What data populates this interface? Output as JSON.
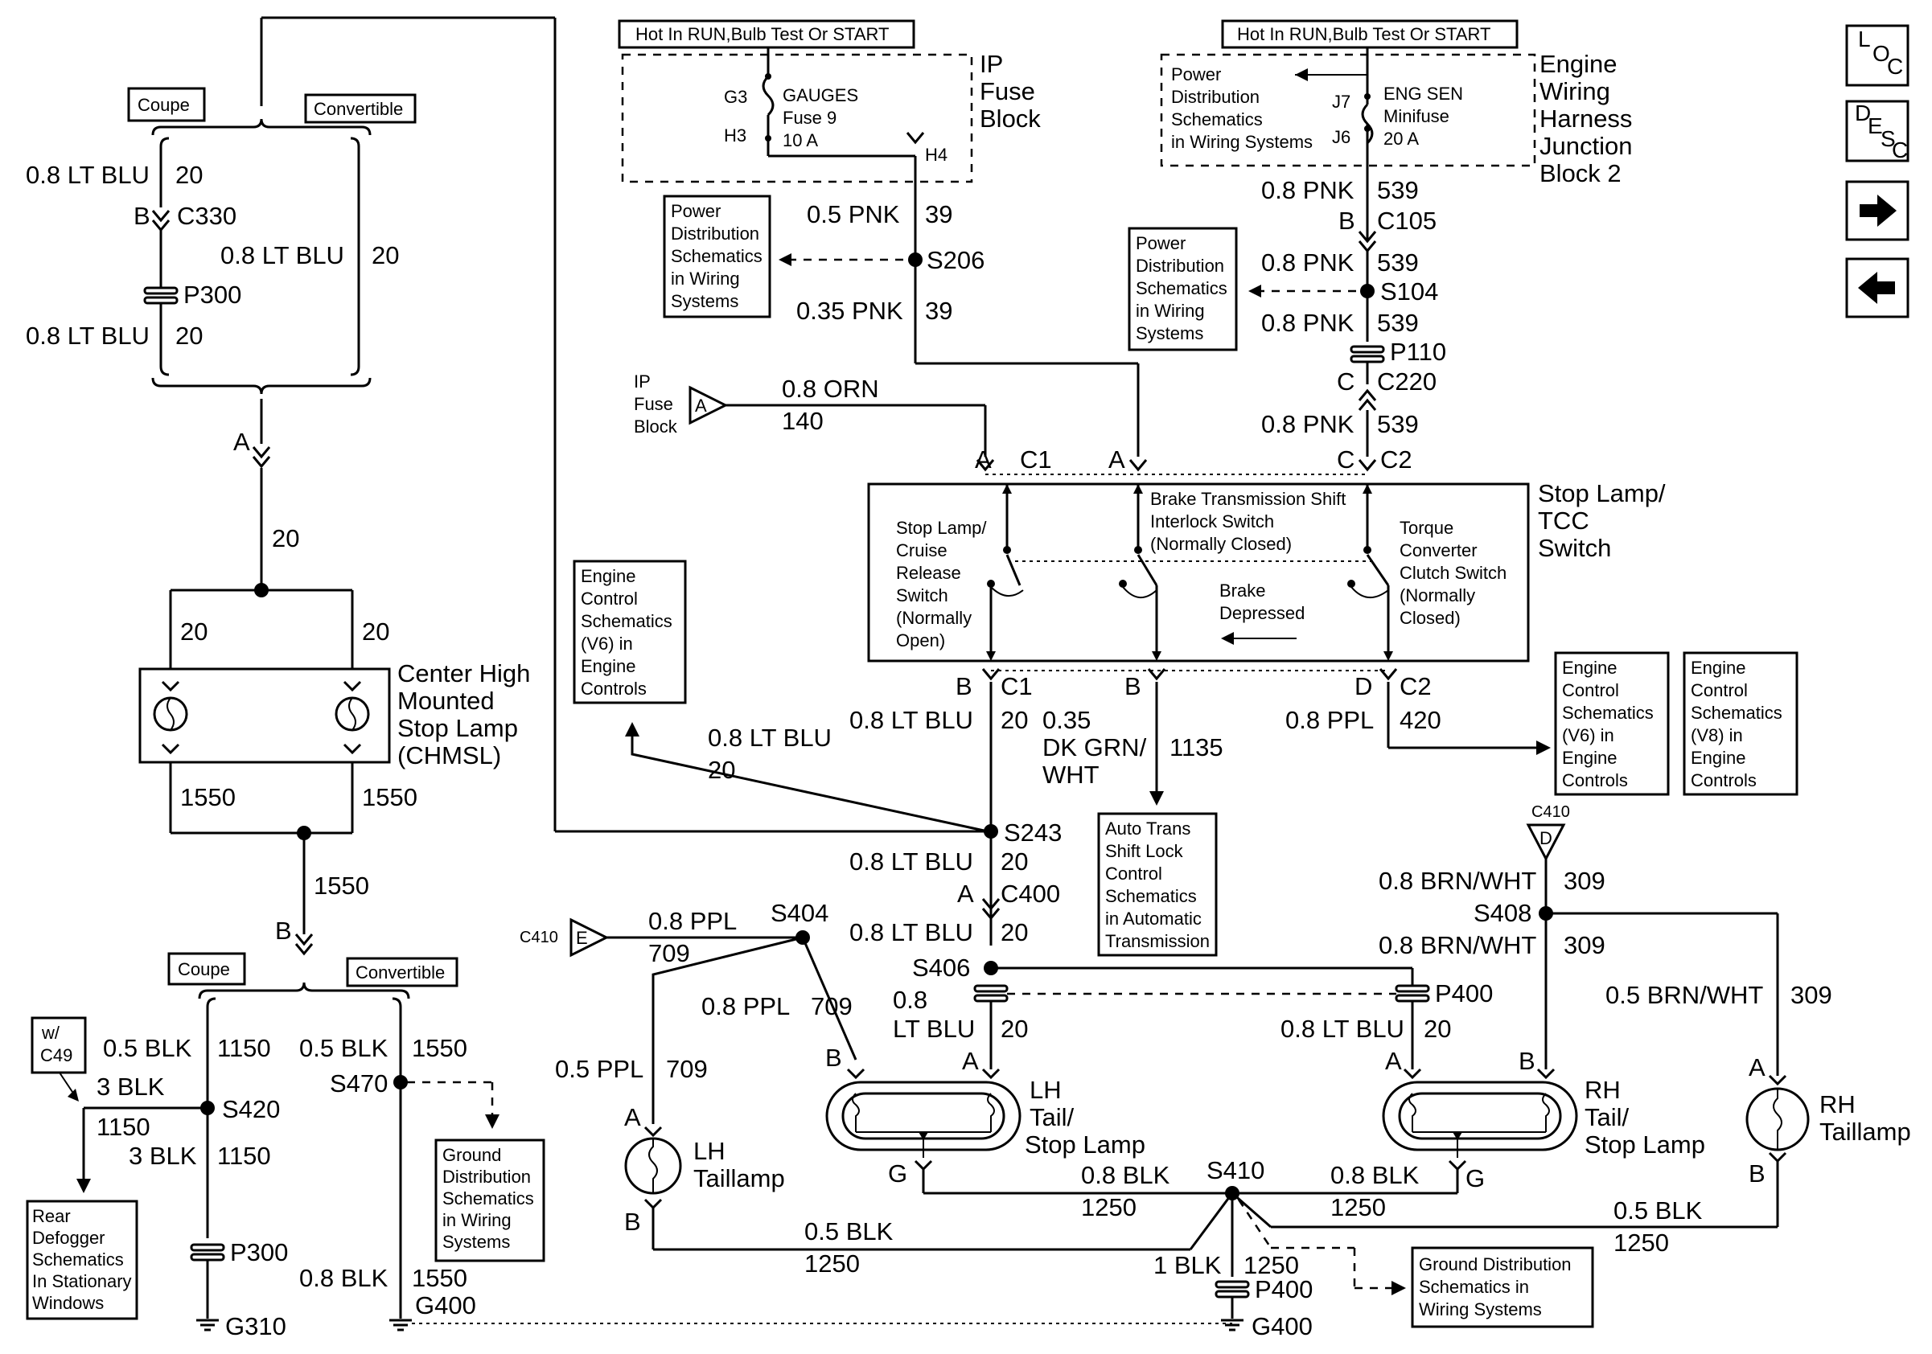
{
  "header_left": {
    "text": "Hot In RUN,Bulb Test Or START"
  },
  "header_right": {
    "text": "Hot In RUN,Bulb Test Or START"
  },
  "ip_fuse_block": {
    "line1": "IP",
    "line2": "Fuse",
    "line3": "Block"
  },
  "gauges_fuse": {
    "name": "GAUGES",
    "line2": "Fuse 9",
    "amp": "10 A",
    "pin_in": "G3",
    "pin_out": "H3",
    "pin_h4": "H4"
  },
  "engine_junction": {
    "line1": "Engine",
    "line2": "Wiring",
    "line3": "Harness",
    "line4": "Junction",
    "line5": "Block 2"
  },
  "eng_sen_fuse": {
    "name": "ENG SEN",
    "line2": "Minifuse",
    "amp": "20 A",
    "pin_in": "J7",
    "pin_out": "J6"
  },
  "power_dist_a": {
    "l1": "Power",
    "l2": "Distribution",
    "l3": "Schematics",
    "l4": "in Wiring Systems"
  },
  "power_dist_b": {
    "l1": "Power",
    "l2": "Distribution",
    "l3": "Schematics",
    "l4": "in Wiring",
    "l5": "Systems"
  },
  "power_dist_c": {
    "l1": "Power",
    "l2": "Distribution",
    "l3": "Schematics",
    "l4": "in Wiring",
    "l5": "Systems"
  },
  "loc_label": {
    "l": "L",
    "o": "O",
    "c": "C"
  },
  "desc_label": {
    "d": "D",
    "e": "E",
    "s": "S",
    "c": "C"
  },
  "body_styles": {
    "coupe": "Coupe",
    "convertible": "Convertible"
  },
  "wires": {
    "ltblu08": "0.8 LT BLU",
    "num20": "20",
    "c330": "C330",
    "pinB": "B",
    "pinA": "A",
    "pinC": "C",
    "pinD": "D",
    "pinG": "G",
    "p300": "P300",
    "pnk05": "0.5 PNK",
    "num39": "39",
    "s206": "S206",
    "pnk035": "0.35 PNK",
    "pnk08": "0.8 PNK",
    "num539": "539",
    "c105": "C105",
    "s104": "S104",
    "p110": "P110",
    "c220": "C220",
    "orn08": "0.8 ORN",
    "num140": "140",
    "c1": "C1",
    "c2": "C2",
    "num1550": "1550",
    "num1135": "1135",
    "dkgrn1": "0.35",
    "dkgrn2": "DK GRN/",
    "dkgrn3": "WHT",
    "ppl08": "0.8 PPL",
    "num420": "420",
    "s243": "S243",
    "c400": "C400",
    "s406": "S406",
    "c410": "C410",
    "s404": "S404",
    "num709": "709",
    "ppl05": "0.5 PPL",
    "brnwht08": "0.8 BRN/WHT",
    "brnwht05": "0.5 BRN/WHT",
    "num309": "309",
    "s408": "S408",
    "p400": "P400",
    "ltblu08a": "0.8",
    "ltblu08b": "LT BLU",
    "blk05": "0.5 BLK",
    "blk3": "3 BLK",
    "blk08": "0.8 BLK",
    "blk1": "1 BLK",
    "num1150": "1150",
    "num1250": "1250",
    "s420": "S420",
    "s470": "S470",
    "s410": "S410",
    "g310": "G310",
    "g400": "G400",
    "wc49a": "w/",
    "wc49b": "C49"
  },
  "ip_fuse_ref": {
    "l1": "IP",
    "l2": "Fuse",
    "l3": "Block",
    "pin": "A"
  },
  "stop_lamp_switch": {
    "l1": "Stop Lamp/",
    "l2": "TCC",
    "l3": "Switch"
  },
  "sub_switch_1": {
    "l1": "Stop Lamp/",
    "l2": "Cruise",
    "l3": "Release",
    "l4": "Switch",
    "l5": "(Normally",
    "l6": "Open)"
  },
  "sub_switch_2": {
    "l1": "Brake Transmission Shift",
    "l2": "Interlock Switch",
    "l3": "(Normally Closed)"
  },
  "sub_switch_3": {
    "l1": "Torque",
    "l2": "Converter",
    "l3": "Clutch Switch",
    "l4": "(Normally",
    "l5": "Closed)"
  },
  "brake_depressed": {
    "l1": "Brake",
    "l2": "Depressed"
  },
  "engine_control_v6a": {
    "l1": "Engine",
    "l2": "Control",
    "l3": "Schematics",
    "l4": "(V6) in",
    "l5": "Engine",
    "l6": "Controls"
  },
  "engine_control_v6b": {
    "l1": "Engine",
    "l2": "Control",
    "l3": "Schematics",
    "l4": "(V6) in",
    "l5": "Engine",
    "l6": "Controls"
  },
  "engine_control_v8": {
    "l1": "Engine",
    "l2": "Control",
    "l3": "Schematics",
    "l4": "(V8) in",
    "l5": "Engine",
    "l6": "Controls"
  },
  "auto_trans": {
    "l1": "Auto Trans",
    "l2": "Shift Lock",
    "l3": "Control",
    "l4": "Schematics",
    "l5": "in Automatic",
    "l6": "Transmission"
  },
  "chmsl": {
    "l1": "Center High",
    "l2": "Mounted",
    "l3": "Stop Lamp",
    "l4": "(CHMSL)"
  },
  "lh_tail_stop": {
    "l1": "LH",
    "l2": "Tail/",
    "l3": "Stop Lamp"
  },
  "rh_tail_stop": {
    "l1": "RH",
    "l2": "Tail/",
    "l3": "Stop Lamp"
  },
  "lh_taillamp": {
    "l1": "LH",
    "l2": "Taillamp"
  },
  "rh_taillamp": {
    "l1": "RH",
    "l2": "Taillamp"
  },
  "rear_defogger": {
    "l1": "Rear",
    "l2": "Defogger",
    "l3": "Schematics",
    "l4": "In Stationary",
    "l5": "Windows"
  },
  "ground_dist_a": {
    "l1": "Ground",
    "l2": "Distribution",
    "l3": "Schematics",
    "l4": "in Wiring",
    "l5": "Systems"
  },
  "ground_dist_b": {
    "l1": "Ground Distribution",
    "l2": "Schematics in",
    "l3": "Wiring Systems"
  }
}
